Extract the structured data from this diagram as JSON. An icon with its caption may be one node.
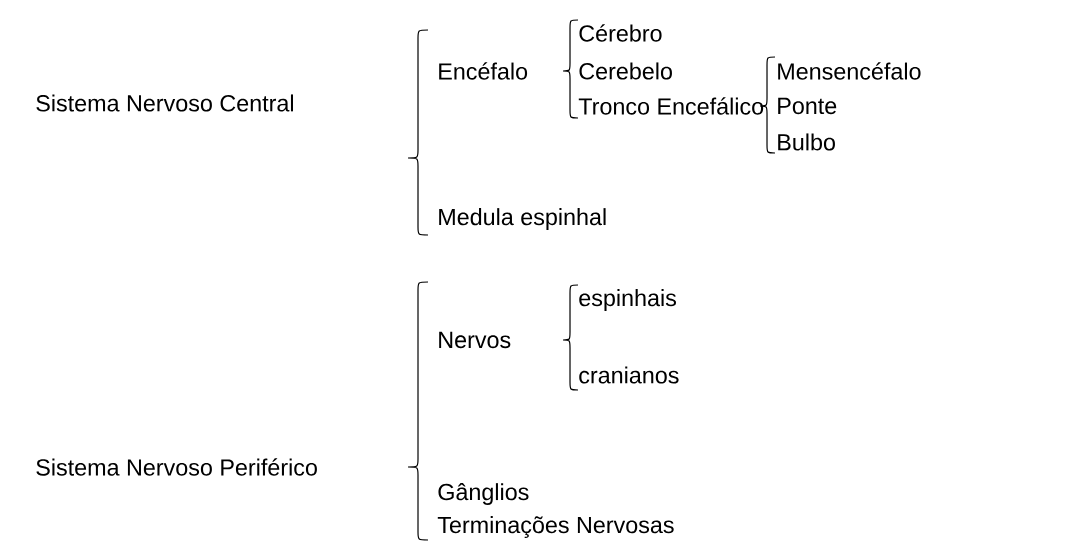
{
  "diagram": {
    "labels": [
      "Sistema Nervoso Central",
      "Encéfalo",
      "Cérebro",
      "Cerebelo",
      "Tronco Encefálico",
      "Mensencéfalo",
      "Ponte",
      "Bulbo",
      "Medula espinhal",
      "Sistema Nervoso Periférico",
      "Nervos",
      "espinhais",
      "cranianos",
      "Gânglios",
      "Terminações Nervosas"
    ]
  }
}
